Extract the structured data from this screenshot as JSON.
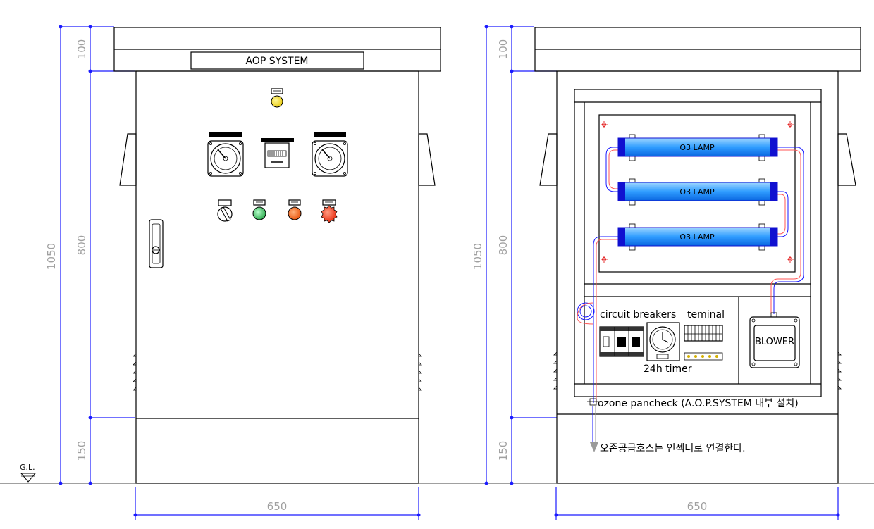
{
  "front_view": {
    "title": "AOP SYSTEM",
    "dims": {
      "top": "100",
      "body": "800",
      "total": "1050",
      "base": "150",
      "width": "650"
    },
    "ground": "G.L."
  },
  "side_view": {
    "dims": {
      "top": "100",
      "body": "800",
      "total": "1050",
      "base": "150",
      "width": "650"
    },
    "lamps": [
      "O3 LAMP",
      "O3 LAMP",
      "O3 LAMP"
    ],
    "labels": {
      "breakers": "circuit breakers",
      "terminal": "teminal",
      "timer": "24h timer",
      "blower": "BLOWER",
      "pancheck": "ozone pancheck (A.O.P.SYSTEM 내부 설치)",
      "hose_note": "오존공급호스는 인젝터로 연결한다."
    }
  },
  "colors": {
    "dimension": "#1a1aff",
    "lamp": "#3fa9ff",
    "lamp_end": "#1010d0",
    "lamp_yellow": "#f5d800",
    "lamp_green": "#22b14c",
    "lamp_orange": "#ff5a00",
    "lamp_red": "#ff2a00"
  }
}
